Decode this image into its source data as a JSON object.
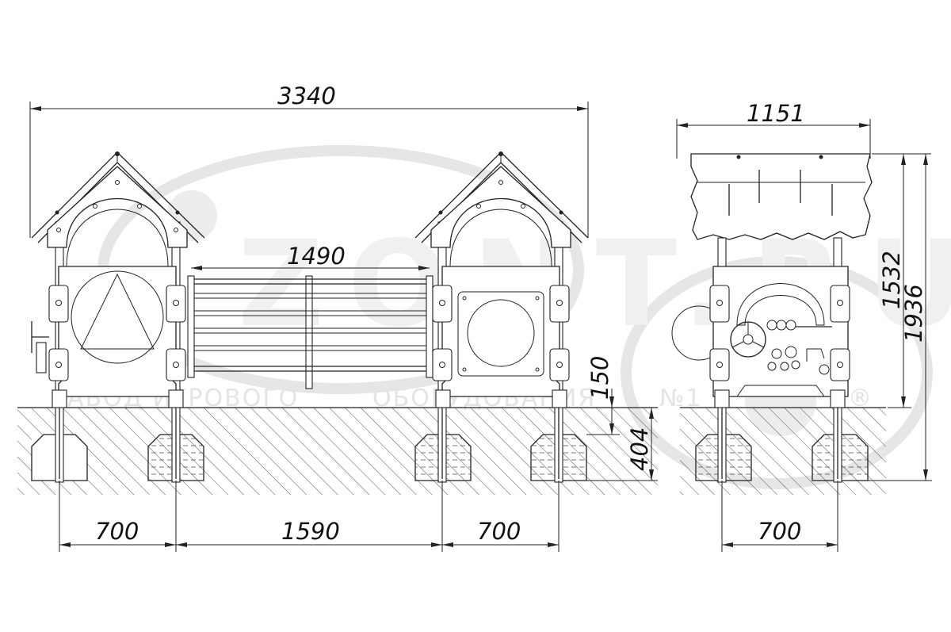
{
  "dimensions": {
    "overall_length": "3340",
    "fence_length": "1490",
    "depth_150": "150",
    "depth_404": "404",
    "left_spacing": "700",
    "middle_spacing": "1590",
    "right_spacing": "700",
    "side_width": "1151",
    "side_height_1532": "1532",
    "side_height_1936": "1936",
    "side_spacing": "700"
  },
  "watermark": {
    "brand_letters": "ZONT.RU",
    "tagline_1": "АВОД ИГРОВОГО",
    "tagline_2": "ОБОРУДОВАНИЯ",
    "number": "№1",
    "registered": "®"
  },
  "colors": {
    "line": "#222222",
    "watermark": "#e4e4e4",
    "background": "#ffffff"
  }
}
